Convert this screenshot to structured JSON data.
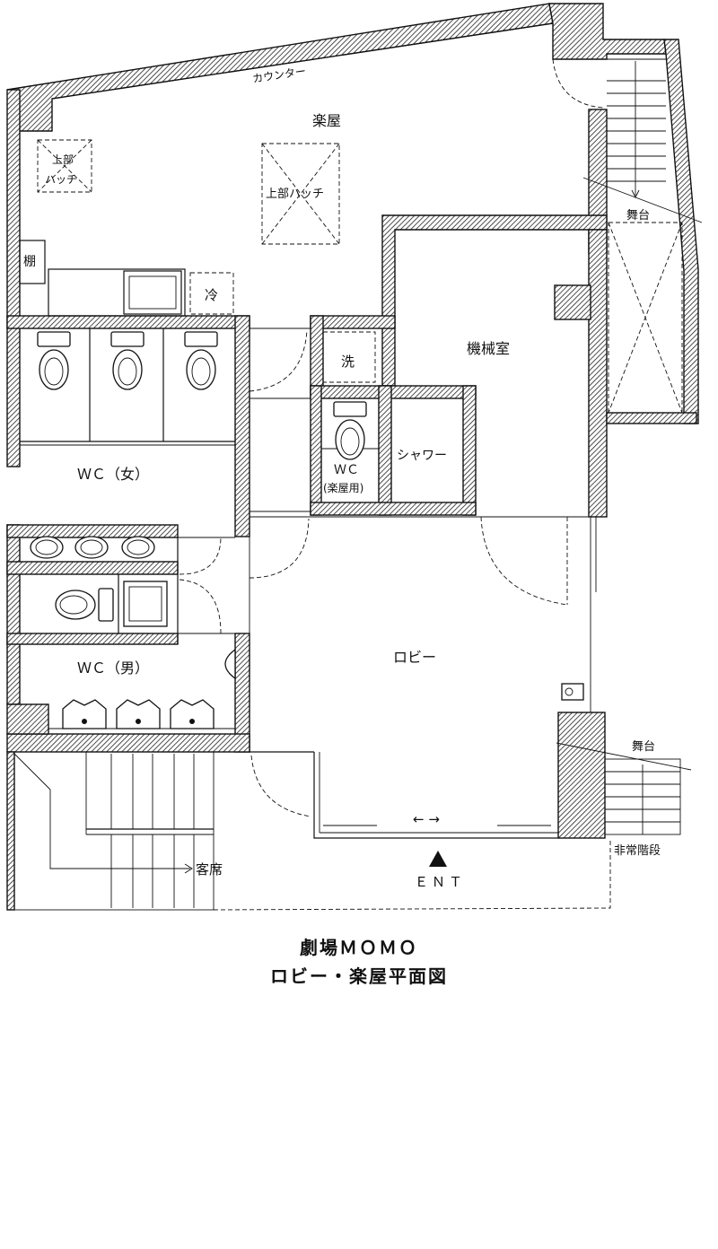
{
  "rooms": {
    "counter": "カウンター",
    "gakuya": "楽屋",
    "hatch_small": [
      "上部",
      "ハッチ"
    ],
    "hatch_large": "上部ハッチ",
    "shelf": "棚",
    "fridge": "冷",
    "washer": "洗",
    "machine_room": "機械室",
    "wc_women": "ＷＣ（女）",
    "wc_backstage": "ＷＣ",
    "wc_backstage_sub": "(楽屋用)",
    "shower": "シャワー",
    "wc_men": "ＷＣ（男）",
    "lobby": "ロビー",
    "stage_top": "舞台",
    "stage_bottom": "舞台",
    "emergency_stairs": "非常階段",
    "seats": "客席",
    "entrance": "ＥＮＴ",
    "door_arrows": "←  →"
  },
  "title": {
    "line1": "劇場ＭＯＭＯ",
    "line2": "ロビー・楽屋平面図"
  }
}
